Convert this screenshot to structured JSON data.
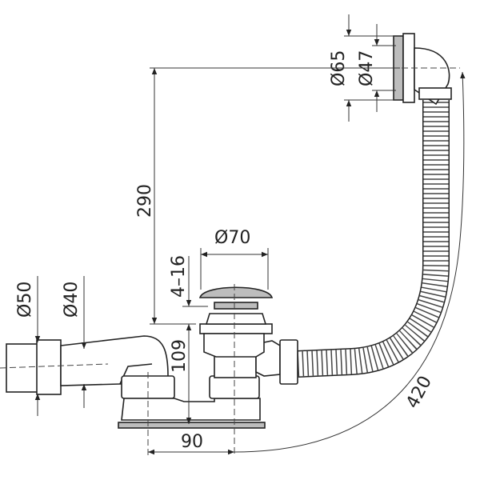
{
  "diagram": {
    "title": "Bath waste and overflow set technical drawing",
    "dimensions": {
      "overflow_outer_diameter": "Ø65",
      "overflow_inner_diameter": "Ø47",
      "height_overflow": "290",
      "plug_diameter": "Ø70",
      "plug_lift": "4–16",
      "outlet_outer_diameter": "Ø50",
      "outlet_inner_diameter": "Ø40",
      "trap_height": "109",
      "outlet_offset": "90",
      "hose_length": "420"
    },
    "colors": {
      "line": "#222222",
      "metal": "#bdbdbd",
      "background": "#ffffff"
    }
  }
}
